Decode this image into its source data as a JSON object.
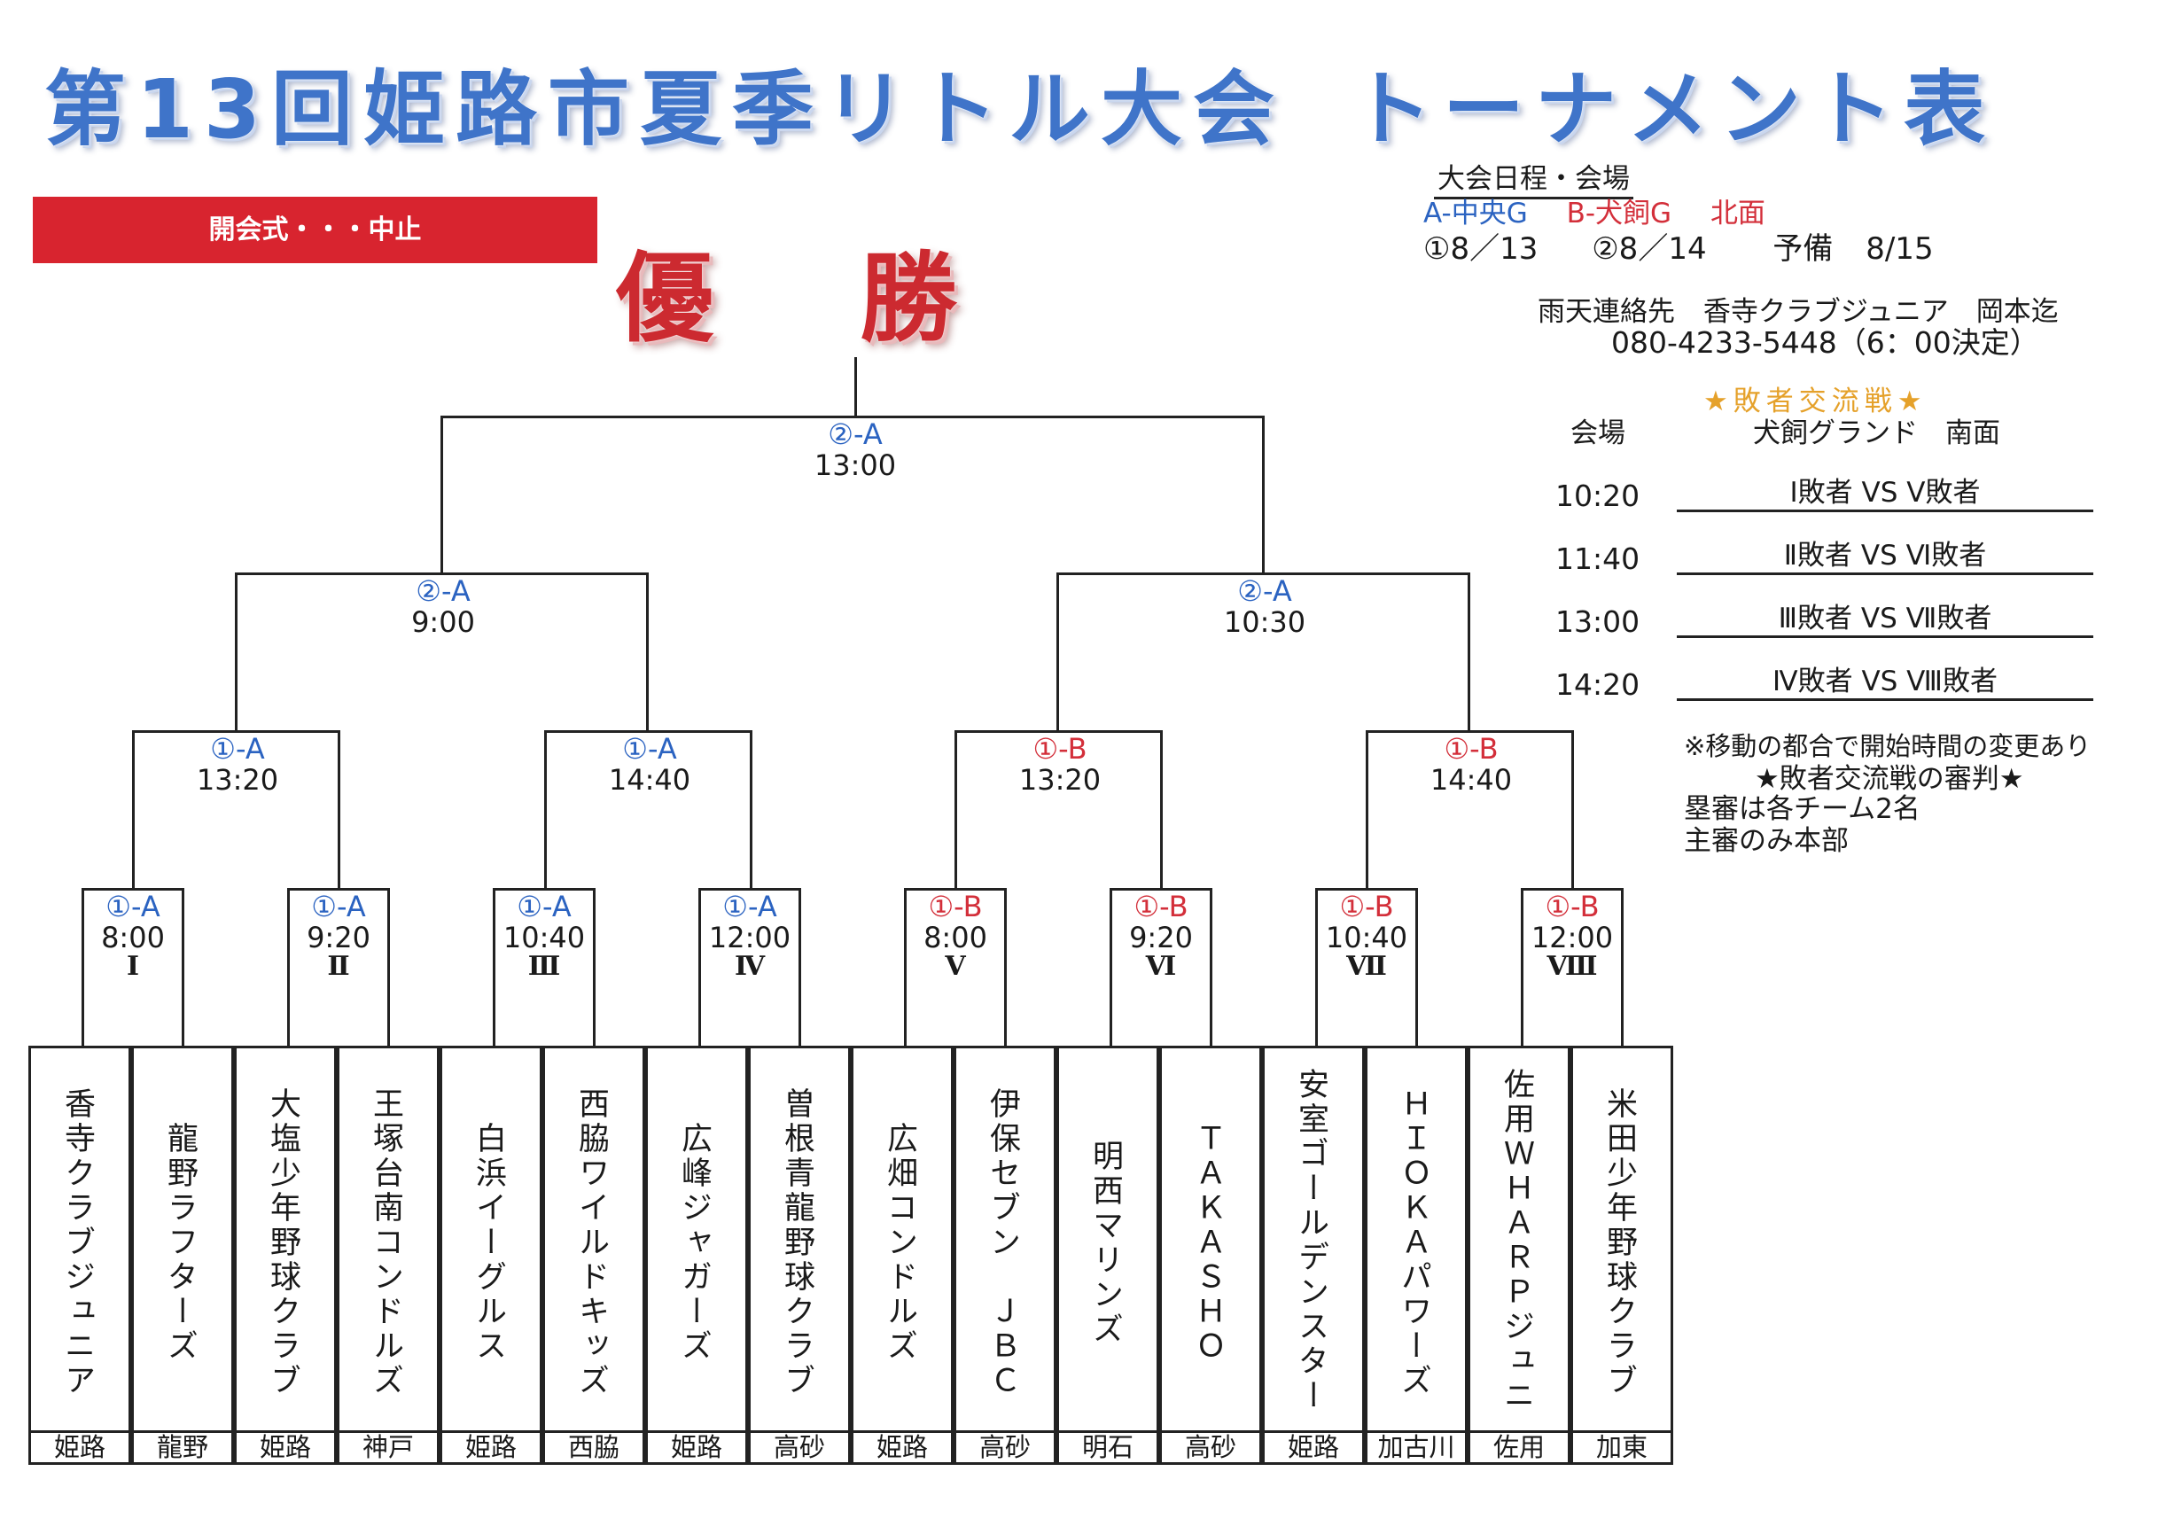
{
  "header": {
    "title_a": "第13回姫路市夏季リトル大会",
    "title_b": "トーナメント表",
    "ceremony": "開会式・・・中止",
    "victory_a": "優",
    "victory_b": "勝"
  },
  "schedule": {
    "heading": "大会日程・会場",
    "venue_a": "A-中央G",
    "venue_b": "B-犬飼G",
    "venue_b_note": "北面",
    "day1": "①8／13",
    "day2": "②8／14",
    "reserve_label": "予備",
    "reserve_date": "8/15",
    "rain_contact_label": "雨天連絡先",
    "rain_contact_name": "香寺クラブジュニア　岡本迄",
    "rain_contact_phone": "080-4233-5448（6：00決定）"
  },
  "consolation": {
    "title": "★敗者交流戦★",
    "venue_label": "会場",
    "venue": "犬飼グランド　南面",
    "matches": [
      {
        "time": "10:20",
        "match": "Ⅰ敗者 VS Ⅴ敗者"
      },
      {
        "time": "11:40",
        "match": "Ⅱ敗者 VS Ⅵ敗者"
      },
      {
        "time": "13:00",
        "match": "Ⅲ敗者 VS Ⅶ敗者"
      },
      {
        "time": "14:20",
        "match": "Ⅳ敗者 VS Ⅷ敗者"
      }
    ],
    "note1": "※移動の都合で開始時間の変更あり",
    "note2": "★敗者交流戦の審判★",
    "note3": "塁審は各チーム2名",
    "note4": "主審のみ本部"
  },
  "bracket": {
    "round1": [
      {
        "code": "①-A",
        "time": "8:00",
        "num": "Ⅰ"
      },
      {
        "code": "①-A",
        "time": "9:20",
        "num": "Ⅱ"
      },
      {
        "code": "①-A",
        "time": "10:40",
        "num": "Ⅲ"
      },
      {
        "code": "①-A",
        "time": "12:00",
        "num": "Ⅳ"
      },
      {
        "code": "①-B",
        "time": "8:00",
        "num": "Ⅴ"
      },
      {
        "code": "①-B",
        "time": "9:20",
        "num": "Ⅵ"
      },
      {
        "code": "①-B",
        "time": "10:40",
        "num": "Ⅶ"
      },
      {
        "code": "①-B",
        "time": "12:00",
        "num": "Ⅷ"
      }
    ],
    "round2": [
      {
        "code": "①-A",
        "time": "13:20"
      },
      {
        "code": "①-A",
        "time": "14:40"
      },
      {
        "code": "①-B",
        "time": "13:20"
      },
      {
        "code": "①-B",
        "time": "14:40"
      }
    ],
    "semis": [
      {
        "code": "②-A",
        "time": "9:00"
      },
      {
        "code": "②-A",
        "time": "10:30"
      }
    ],
    "final": {
      "code": "②-A",
      "time": "13:00"
    }
  },
  "teams": [
    {
      "name": "香寺クラブジュニア",
      "city": "姫路"
    },
    {
      "name": "龍野ラフターズ",
      "city": "龍野"
    },
    {
      "name": "大塩少年野球クラブ",
      "city": "姫路"
    },
    {
      "name": "王塚台南コンドルズ",
      "city": "神戸"
    },
    {
      "name": "白浜イーグルス",
      "city": "姫路"
    },
    {
      "name": "西脇ワイルドキッズ",
      "city": "西脇"
    },
    {
      "name": "広峰ジャガーズ",
      "city": "姫路"
    },
    {
      "name": "曽根青龍野球クラブ",
      "city": "高砂"
    },
    {
      "name": "広畑コンドルズ",
      "city": "姫路"
    },
    {
      "name": "伊保セブン　ＪＢＣ",
      "city": "高砂"
    },
    {
      "name": "明西マリンズ",
      "city": "明石"
    },
    {
      "name": "ＴＡＫＡＳＨＯ",
      "city": "高砂"
    },
    {
      "name": "安室ゴールデンスターズ",
      "city": "姫路"
    },
    {
      "name": "ＨＩＯＫＡパワーズ",
      "city": "加古川"
    },
    {
      "name": "佐用ＷＨＡＲＰジュニア",
      "city": "佐用"
    },
    {
      "name": "米田少年野球クラブ",
      "city": "加東"
    }
  ],
  "colors": {
    "venue_a_blue": "#2b63c1",
    "venue_b_red": "#d32f3a",
    "ceremony_bg": "#d8242f",
    "title_blue": "#3f74c9",
    "star_gold": "#e5a12a"
  }
}
